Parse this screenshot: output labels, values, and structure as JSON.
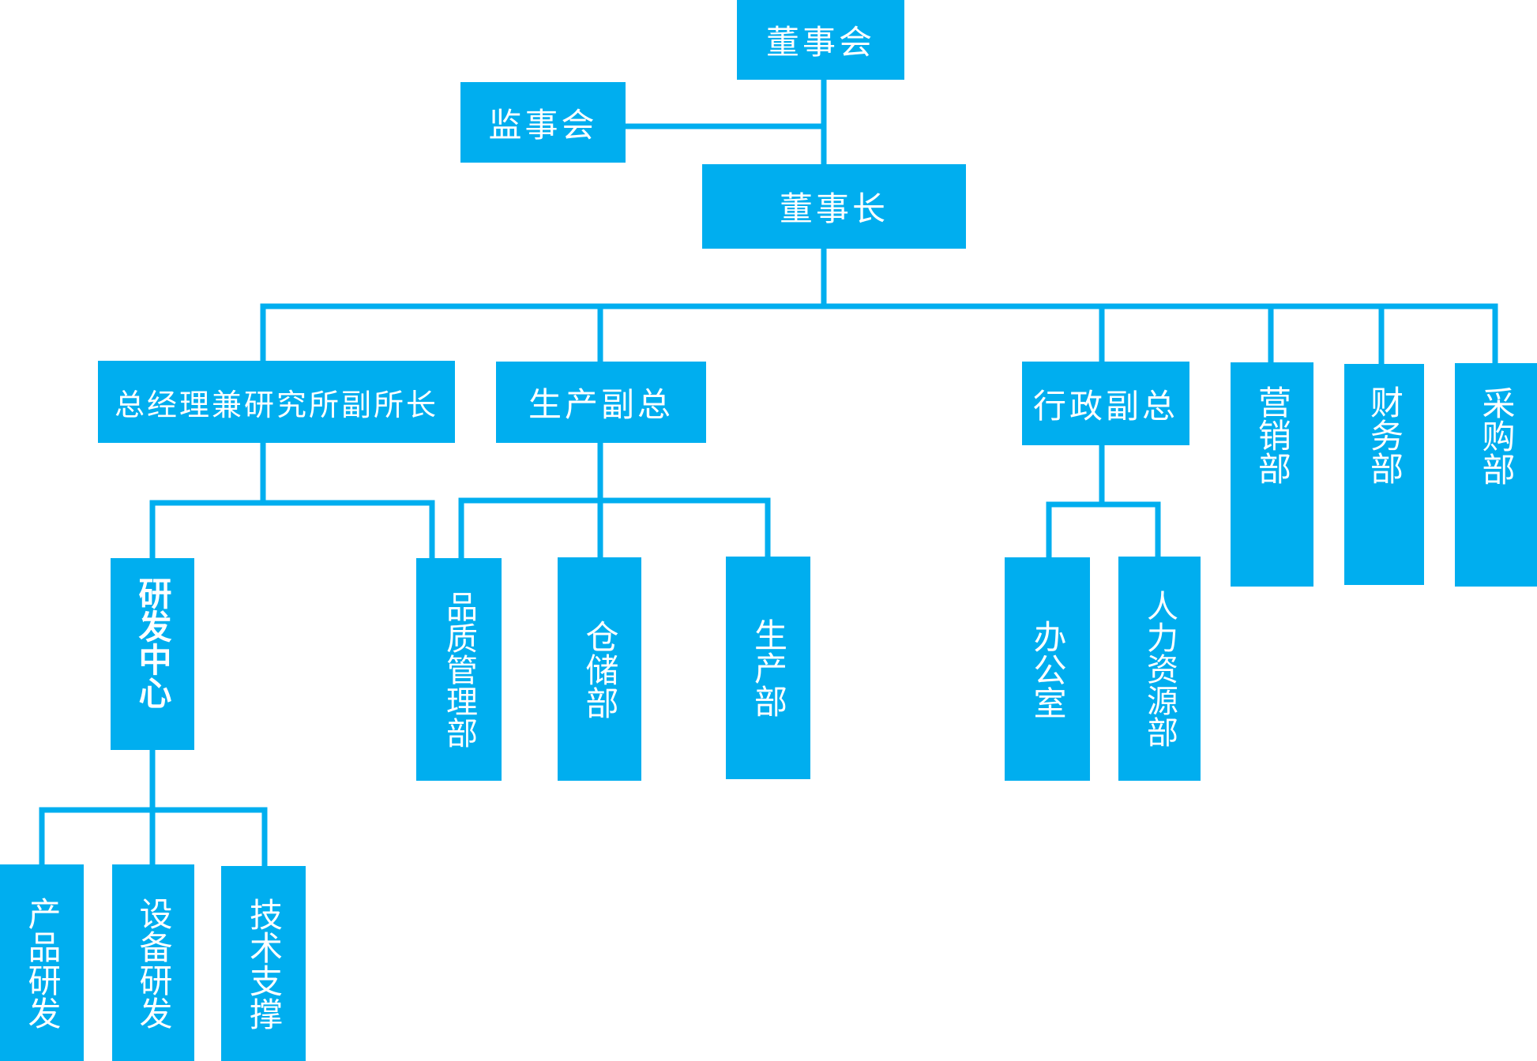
{
  "colors": {
    "node_fill": "#00aeef",
    "node_text": "#ffffff",
    "connector": "#00aeef"
  },
  "nodes": {
    "board": "董事会",
    "supervisory_board": "监事会",
    "chairman": "董事长",
    "gm_research_deputy": "总经理兼研究所副所长",
    "production_vp": "生产副总",
    "admin_vp": "行政副总",
    "marketing_dept": "营销部",
    "finance_dept": "财务部",
    "purchasing_dept": "采购部",
    "rd_center": "研发中心",
    "quality_dept": "品质管理部",
    "warehouse_dept": "仓储部",
    "production_dept": "生产部",
    "office": "办公室",
    "hr_dept": "人力资源部",
    "product_rd": "产品研发",
    "equipment_rd": "设备研发",
    "tech_support": "技术支撑"
  }
}
